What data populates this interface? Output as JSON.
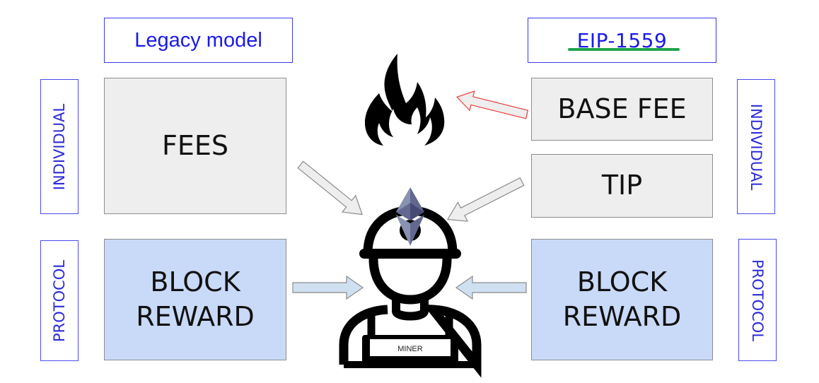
{
  "headers": {
    "legacy": "Legacy model",
    "eip": "EIP-1559"
  },
  "side_labels": {
    "left_individual": "INDIVIDUAL",
    "left_protocol": "PROTOCOL",
    "right_individual": "INDIVIDUAL",
    "right_protocol": "PROTOCOL"
  },
  "legacy_blocks": {
    "fees": "FEES",
    "block_reward": "BLOCK REWARD"
  },
  "eip_blocks": {
    "base_fee": "BASE FEE",
    "tip": "TIP",
    "block_reward": "BLOCK REWARD"
  },
  "miner": {
    "badge": "MINER"
  },
  "icons": {
    "burn": "fire-icon",
    "miner": "miner-icon",
    "ethereum": "ethereum-icon"
  },
  "colors": {
    "header_text": "#1a1ae8",
    "label_border": "#4a4af0",
    "fee_box": "#eeeeee",
    "reward_box": "#c9daf8",
    "burn_arrow": "#f03a3a",
    "eip_underline": "#1fa54a"
  }
}
